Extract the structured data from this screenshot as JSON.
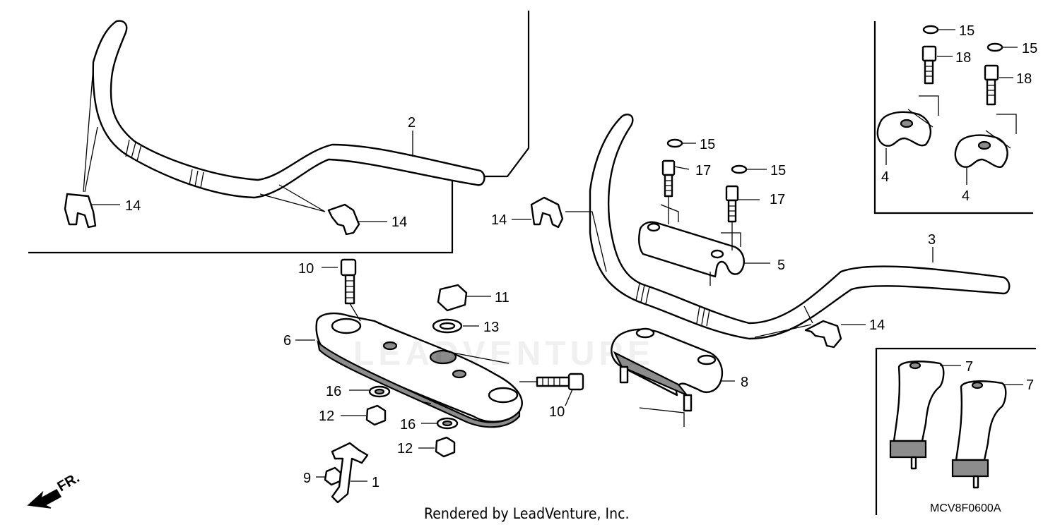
{
  "diagram": {
    "footer": "Rendered by LeadVenture, Inc.",
    "diagram_code": "MCV8F0600A",
    "watermark": "LEADVENTURE",
    "front_marker": "FR.",
    "callouts": {
      "c1": "1",
      "c2": "2",
      "c3": "3",
      "c4a": "4",
      "c4b": "4",
      "c5": "5",
      "c6": "6",
      "c7a": "7",
      "c7b": "7",
      "c8": "8",
      "c9": "9",
      "c10a": "10",
      "c10b": "10",
      "c11": "11",
      "c12a": "12",
      "c12b": "12",
      "c13": "13",
      "c14a": "14",
      "c14b": "14",
      "c14c": "14",
      "c14d": "14",
      "c15a": "15",
      "c15b": "15",
      "c15c": "15",
      "c15d": "15",
      "c16a": "16",
      "c16b": "16",
      "c17a": "17",
      "c17b": "17",
      "c18a": "18",
      "c18b": "18"
    }
  }
}
